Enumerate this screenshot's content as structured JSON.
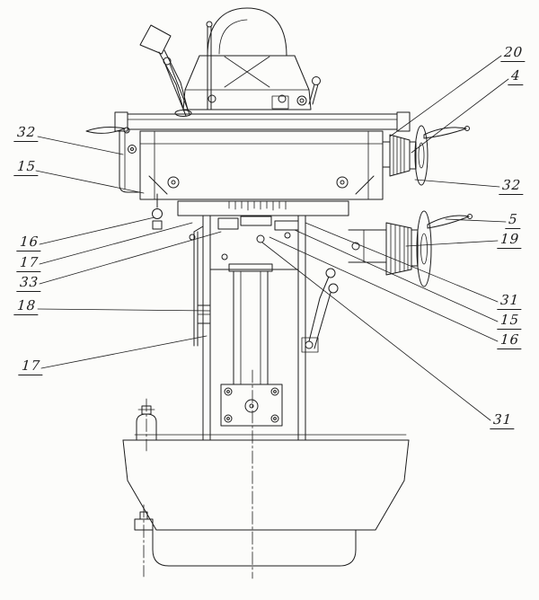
{
  "figure": {
    "kind": "technical-drawing",
    "description": "Front elevation of a vertical knee-type milling machine assembly with numbered part callouts and leader lines",
    "ink_color": "#1c1c1c",
    "paper_color": "#fcfcfa",
    "callouts": [
      {
        "label": "32",
        "side": "left"
      },
      {
        "label": "15",
        "side": "left"
      },
      {
        "label": "16",
        "side": "left"
      },
      {
        "label": "17",
        "side": "left"
      },
      {
        "label": "33",
        "side": "left"
      },
      {
        "label": "18",
        "side": "left"
      },
      {
        "label": "17",
        "side": "left"
      },
      {
        "label": "20",
        "side": "right"
      },
      {
        "label": "4",
        "side": "right"
      },
      {
        "label": "32",
        "side": "right"
      },
      {
        "label": "5",
        "side": "right"
      },
      {
        "label": "19",
        "side": "right"
      },
      {
        "label": "31",
        "side": "right"
      },
      {
        "label": "15",
        "side": "right"
      },
      {
        "label": "16",
        "side": "right"
      },
      {
        "label": "31",
        "side": "right"
      }
    ]
  }
}
